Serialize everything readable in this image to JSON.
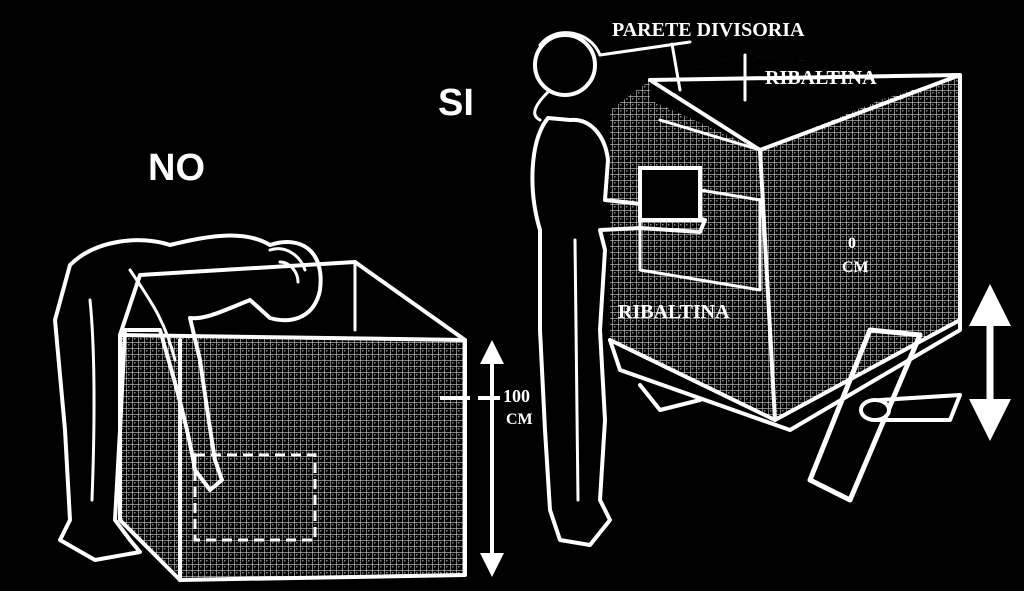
{
  "labels": {
    "no": "NO",
    "si": "SI",
    "divider": "PARETE DIVISORIA",
    "flap_top": "RIBALTINA",
    "flap_side": "RIBALTINA",
    "height_value": "100",
    "height_unit": "CM",
    "partial_value": "0",
    "partial_unit": "CM"
  },
  "colors": {
    "background": "#000000",
    "ink": "#ffffff"
  },
  "icons": [
    "height-arrow-icon",
    "lift-arrow-icon"
  ]
}
